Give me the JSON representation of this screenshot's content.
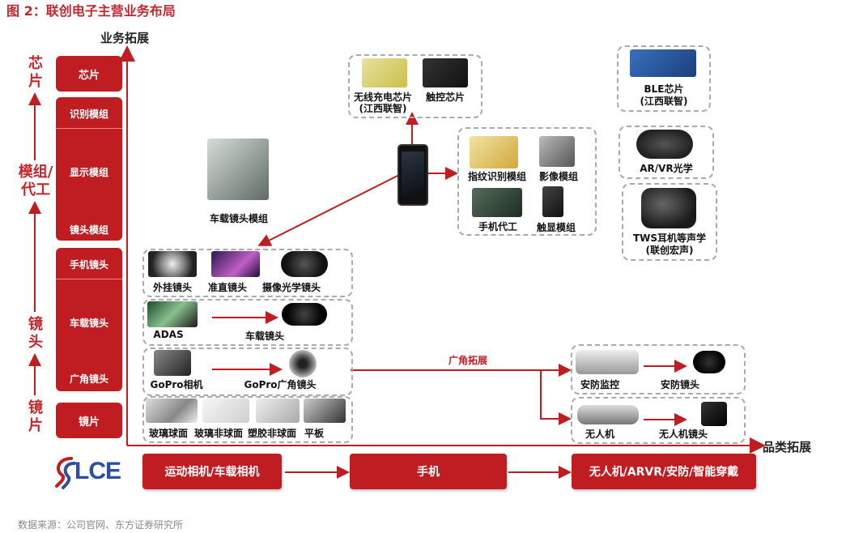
{
  "figure": {
    "title": "图 2：联创电子主营业务布局",
    "source": "数据来源：公司官网、东方证券研究所"
  },
  "axes": {
    "y_label": "业务拓展",
    "x_label": "品类拓展"
  },
  "side_labels": {
    "chip": "芯片",
    "module": "模组/代工",
    "lens": "镜头",
    "glass": "镜片"
  },
  "left_column": {
    "chip": "芯片",
    "module_items": [
      "识别模组",
      "显示模组",
      "镜头模组"
    ],
    "lens_items": [
      "手机镜头",
      "车载镜头",
      "广角镜头"
    ],
    "glass": "镜片"
  },
  "products": {
    "wireless_chip": "无线充电芯片",
    "wireless_chip_maker": "(江西联智)",
    "touch_chip": "触控芯片",
    "ble_chip": "BLE芯片",
    "ble_chip_maker": "(江西联智)",
    "ar_vr": "AR/VR光学",
    "tws": "TWS耳机等声学",
    "tws_maker": "(联创宏声)",
    "fingerprint": "指纹识别模组",
    "imaging": "影像模组",
    "phone_oem": "手机代工",
    "touch_display": "触显模组",
    "car_module": "车载镜头模组",
    "external_lens": "外挂镜头",
    "collimating_lens": "准直镜头",
    "camera_optics": "摄像光学镜头",
    "adas": "ADAS",
    "car_lens": "车载镜头",
    "gopro_camera": "GoPro相机",
    "gopro_lens": "GoPro广角镜头",
    "glass_sphere": "玻璃球面",
    "glass_aspheric": "玻璃非球面",
    "plastic_aspheric": "塑胶非球面",
    "flat": "平板",
    "wide_angle_expand": "广角拓展",
    "security_monitor": "安防监控",
    "security_lens": "安防镜头",
    "drone": "无人机",
    "drone_lens": "无人机镜头"
  },
  "logo": {
    "text": "LCE"
  },
  "bottom_bar": [
    "运动相机/车载相机",
    "手机",
    "无人机/ARVR/安防/智能穿戴"
  ],
  "colors": {
    "accent": "#c01d22",
    "dash": "#aaaaaa"
  }
}
